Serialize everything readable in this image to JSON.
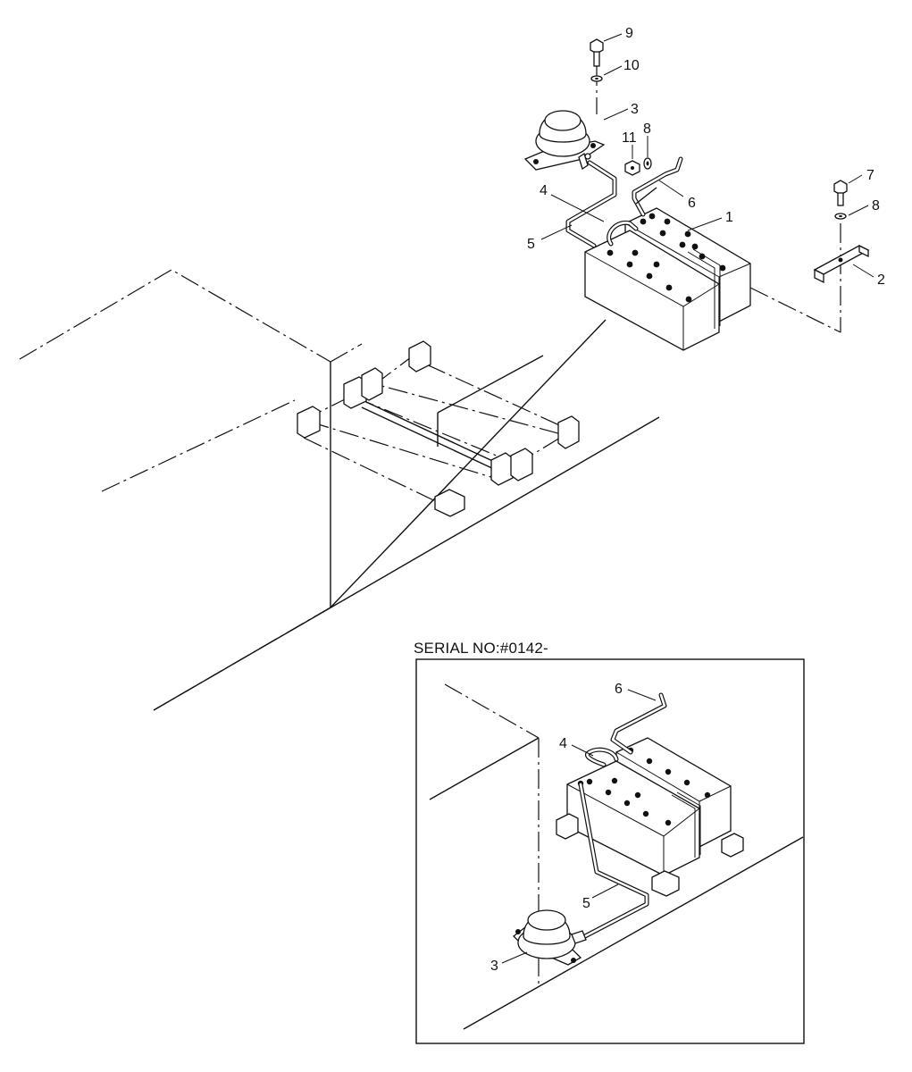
{
  "inset": {
    "serial_label": "SERIAL NO:#0142-"
  },
  "callouts": {
    "main": {
      "p9": "9",
      "p10": "10",
      "p3": "3",
      "p11": "11",
      "p8a": "8",
      "p4": "4",
      "p6": "6",
      "p1": "1",
      "p5": "5",
      "p7": "7",
      "p8b": "8",
      "p2": "2"
    },
    "inset": {
      "p6": "6",
      "p4": "4",
      "p5": "5",
      "p3": "3"
    }
  }
}
